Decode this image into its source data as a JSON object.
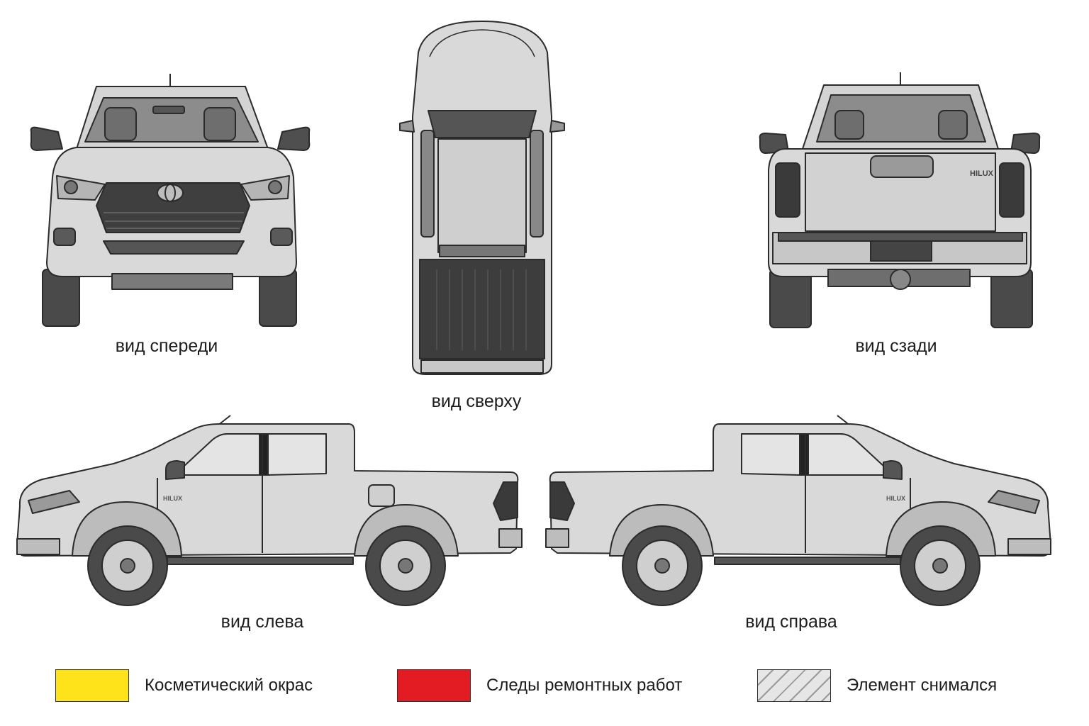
{
  "views": {
    "front": {
      "label": "вид спереди"
    },
    "top": {
      "label": "вид сверху"
    },
    "rear": {
      "label": "вид сзади",
      "badge": "HILUX"
    },
    "left": {
      "label": "вид слева",
      "badge": "HILUX"
    },
    "right": {
      "label": "вид справа",
      "badge": "HILUX"
    }
  },
  "legend": [
    {
      "label": "Косметический окрас",
      "color": "#ffe31a",
      "pattern": "solid"
    },
    {
      "label": "Следы ремонтных работ",
      "color": "#e31b23",
      "pattern": "solid"
    },
    {
      "label": "Элемент снимался",
      "color": "#e6e6e6",
      "pattern": "hatched"
    }
  ],
  "colors": {
    "body": "#d9d9d9",
    "body_dark": "#a9a9a9",
    "tire": "#4a4a4a",
    "glass": "#8c8c8c",
    "outline": "#2b2b2b"
  }
}
